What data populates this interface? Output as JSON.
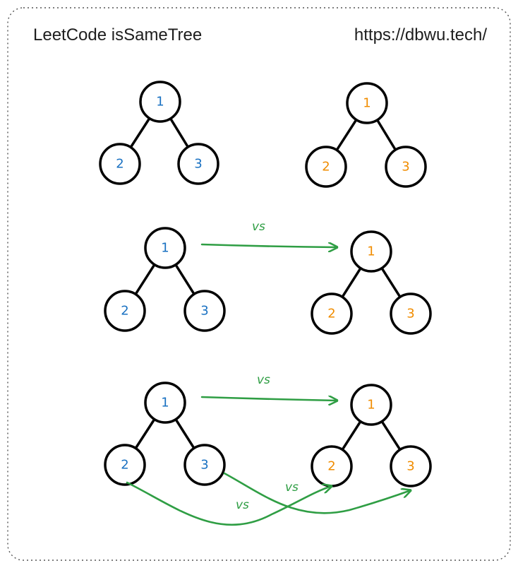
{
  "header": {
    "title": "LeetCode isSameTree",
    "url": "https://dbwu.tech/"
  },
  "colors": {
    "left_tree": "#1971c2",
    "right_tree": "#f08c00",
    "compare": "#2f9e44",
    "border": "#555555"
  },
  "diagrams": [
    {
      "left": {
        "root": "1",
        "left": "2",
        "right": "3"
      },
      "right": {
        "root": "1",
        "left": "2",
        "right": "3"
      },
      "comparisons": []
    },
    {
      "left": {
        "root": "1",
        "left": "2",
        "right": "3"
      },
      "right": {
        "root": "1",
        "left": "2",
        "right": "3"
      },
      "comparisons": [
        {
          "from": "root",
          "to": "root",
          "label": "vs"
        }
      ]
    },
    {
      "left": {
        "root": "1",
        "left": "2",
        "right": "3"
      },
      "right": {
        "root": "1",
        "left": "2",
        "right": "3"
      },
      "comparisons": [
        {
          "from": "root",
          "to": "root",
          "label": "vs"
        },
        {
          "from": "left",
          "to": "left",
          "label": "vs"
        },
        {
          "from": "right",
          "to": "right",
          "label": "vs"
        }
      ]
    }
  ]
}
